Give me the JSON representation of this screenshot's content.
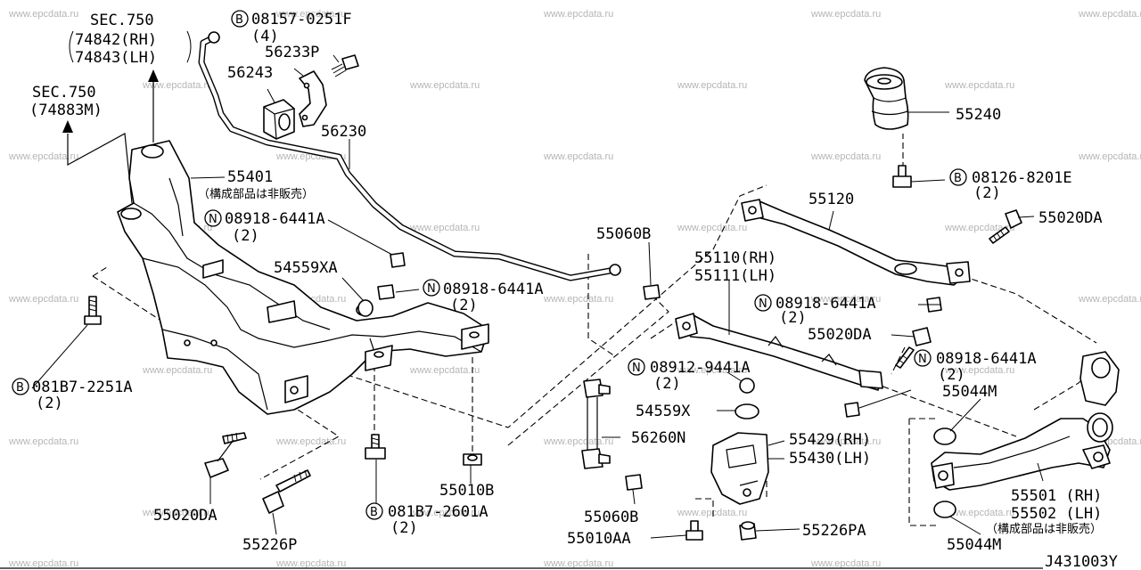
{
  "watermarks": [
    "www.epcdata.ru",
    "www.epcdata.ru",
    "www.epcdata.ru",
    "www.epcdata.ru",
    "www.epcdata.ru",
    "www.epcdata.ru",
    "www.epcdata.ru",
    "www.epcdata.ru",
    "www.epcdata.ru",
    "www.epcdata.ru",
    "www.epcdata.ru",
    "www.epcdata.ru",
    "www.epcdata.ru",
    "www.epcdata.ru",
    "www.epcdata.ru",
    "www.epcdata.ru",
    "www.epcdata.ru",
    "www.epcdata.ru",
    "www.epcdata.ru",
    "www.epcdata.ru",
    "www.epcdata.ru",
    "www.epcdata.ru",
    "www.epcdata.ru",
    "www.epcdata.ru",
    "www.epcdata.ru",
    "www.epcdata.ru",
    "www.epcdata.ru",
    "www.epcdata.ru",
    "www.epcdata.ru",
    "www.epcdata.ru",
    "www.epcdata.ru",
    "www.epcdata.ru",
    "www.epcdata.ru",
    "www.epcdata.ru",
    "www.epcdata.ru",
    "www.epcdata.ru",
    "www.epcdata.ru",
    "www.epcdata.ru",
    "www.epcdata.ru",
    "www.epcdata.ru",
    "www.epcdata.ru",
    "www.epcdata.ru",
    "www.epcdata.ru",
    "www.epcdata.ru",
    "www.epcdata.ru",
    "www.epcdata.ru",
    "www.epcdata.ru",
    "www.epcdata.ru",
    "www.epcdata.ru",
    "www.epcdata.ru",
    "www.epcdata.ru",
    "www.epcdata.ru",
    "www.epcdata.ru",
    "www.epcdata.ru"
  ],
  "sec_refs": {
    "sec1_title": "SEC.750",
    "sec1_rh": "74842(RH)",
    "sec1_lh": "74843(LH)",
    "sec2_title": "SEC.750",
    "sec2_part": "(74883M)"
  },
  "labels": {
    "b_08157_0251f": "08157-0251F",
    "b_08157_0251f_qty": "(4)",
    "p56233p": "56233P",
    "p56243": "56243",
    "p56230": "56230",
    "p55401": "55401",
    "p55401_note": "（構成部品は非販売）",
    "n_08918_6441a_1": "08918-6441A",
    "n_08918_6441a_1_qty": "(2)",
    "p54559xa": "54559XA",
    "n_08918_6441a_2": "08918-6441A",
    "n_08918_6441a_2_qty": "(2)",
    "b_081b7_2251a": "081B7-2251A",
    "b_081b7_2251a_qty": "(2)",
    "p55020da_1": "55020DA",
    "p55226p": "55226P",
    "b_081b7_2601a": "081B7-2601A",
    "b_081b7_2601a_qty": "(2)",
    "p55010b": "55010B",
    "p55060b_top": "55060B",
    "n_08912_9441a": "08912-9441A",
    "n_08912_9441a_qty": "(2)",
    "p54559x": "54559X",
    "p56260n": "56260N",
    "p55060b_bottom": "55060B",
    "p55010aa": "55010AA",
    "p55240": "55240",
    "b_08126_8201e": "08126-8201E",
    "b_08126_8201e_qty": "(2)",
    "p55120": "55120",
    "p55020da_2": "55020DA",
    "p55110": "55110(RH)",
    "p55111": "55111(LH)",
    "n_08918_6441a_3": "08918-6441A",
    "n_08918_6441a_3_qty": "(2)",
    "p55020da_3": "55020DA",
    "n_08918_6441a_4": "08918-6441A",
    "n_08918_6441a_4_qty": "(2)",
    "p55044m_top": "55044M",
    "p55429": "55429(RH)",
    "p55430": "55430(LH)",
    "p55226pa": "55226PA",
    "p55501": "55501 (RH)",
    "p55502": "55502 (LH)",
    "p55501_note": "（構成部品は非販売）",
    "p55044m_bottom": "55044M",
    "diagram_code": "J431003Y"
  },
  "badges": {
    "bolt": "B",
    "nut": "N"
  }
}
